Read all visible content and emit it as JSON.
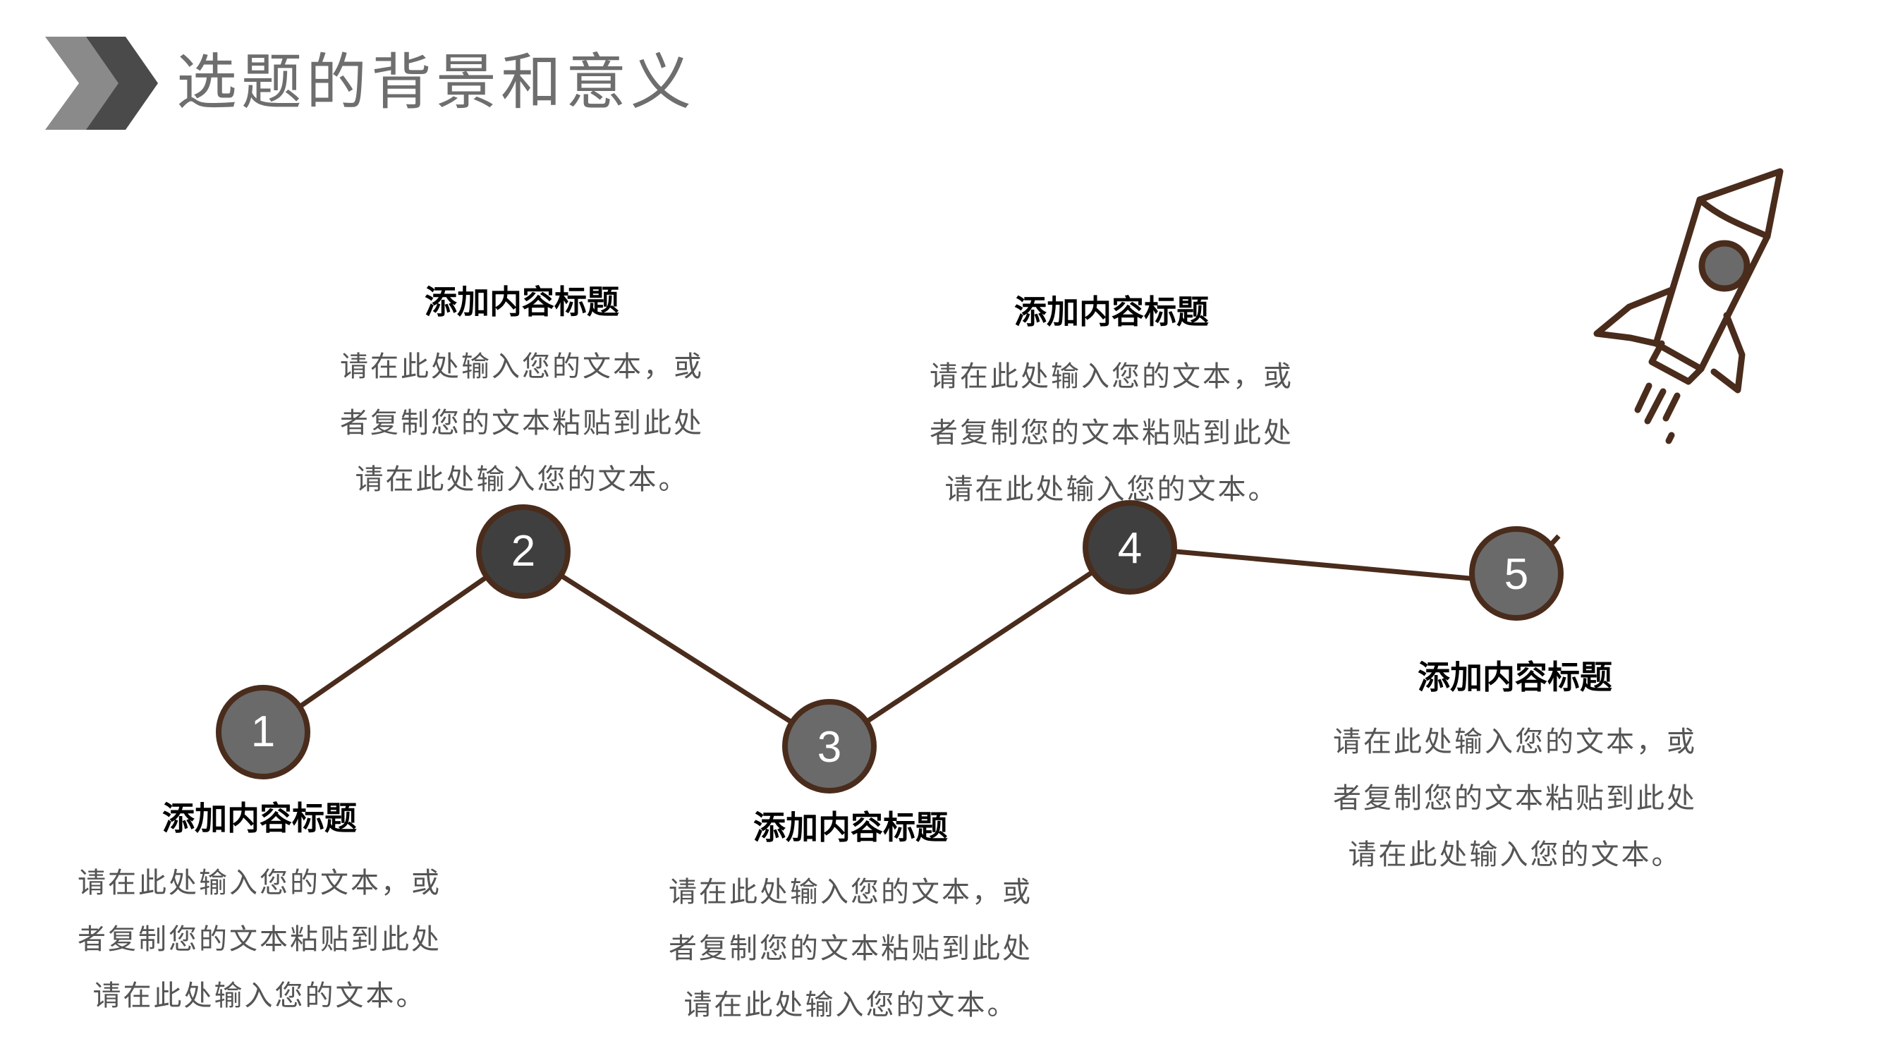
{
  "title": "选题的背景和意义",
  "colors": {
    "accent_dark": "#3f3f3f",
    "accent_mid": "#6a6a6a",
    "accent_light": "#8a8a8a",
    "line_brown": "#4a2c1c",
    "title_gray": "#6e6e6e",
    "text_gray": "#555555"
  },
  "header_icon": "double-chevron-right-icon",
  "decor_icon": "rocket-icon",
  "steps": [
    {
      "number": "1",
      "title": "添加内容标题",
      "lines": [
        "请在此处输入您的文本，或",
        "者复制您的文本粘贴到此处",
        "请在此处输入您的文本。"
      ]
    },
    {
      "number": "2",
      "title": "添加内容标题",
      "lines": [
        "请在此处输入您的文本，或",
        "者复制您的文本粘贴到此处",
        "请在此处输入您的文本。"
      ]
    },
    {
      "number": "3",
      "title": "添加内容标题",
      "lines": [
        "请在此处输入您的文本，或",
        "者复制您的文本粘贴到此处",
        "请在此处输入您的文本。"
      ]
    },
    {
      "number": "4",
      "title": "添加内容标题",
      "lines": [
        "请在此处输入您的文本，或",
        "者复制您的文本粘贴到此处",
        "请在此处输入您的文本。"
      ]
    },
    {
      "number": "5",
      "title": "添加内容标题",
      "lines": [
        "请在此处输入您的文本，或",
        "者复制您的文本粘贴到此处",
        "请在此处输入您的文本。"
      ]
    }
  ]
}
